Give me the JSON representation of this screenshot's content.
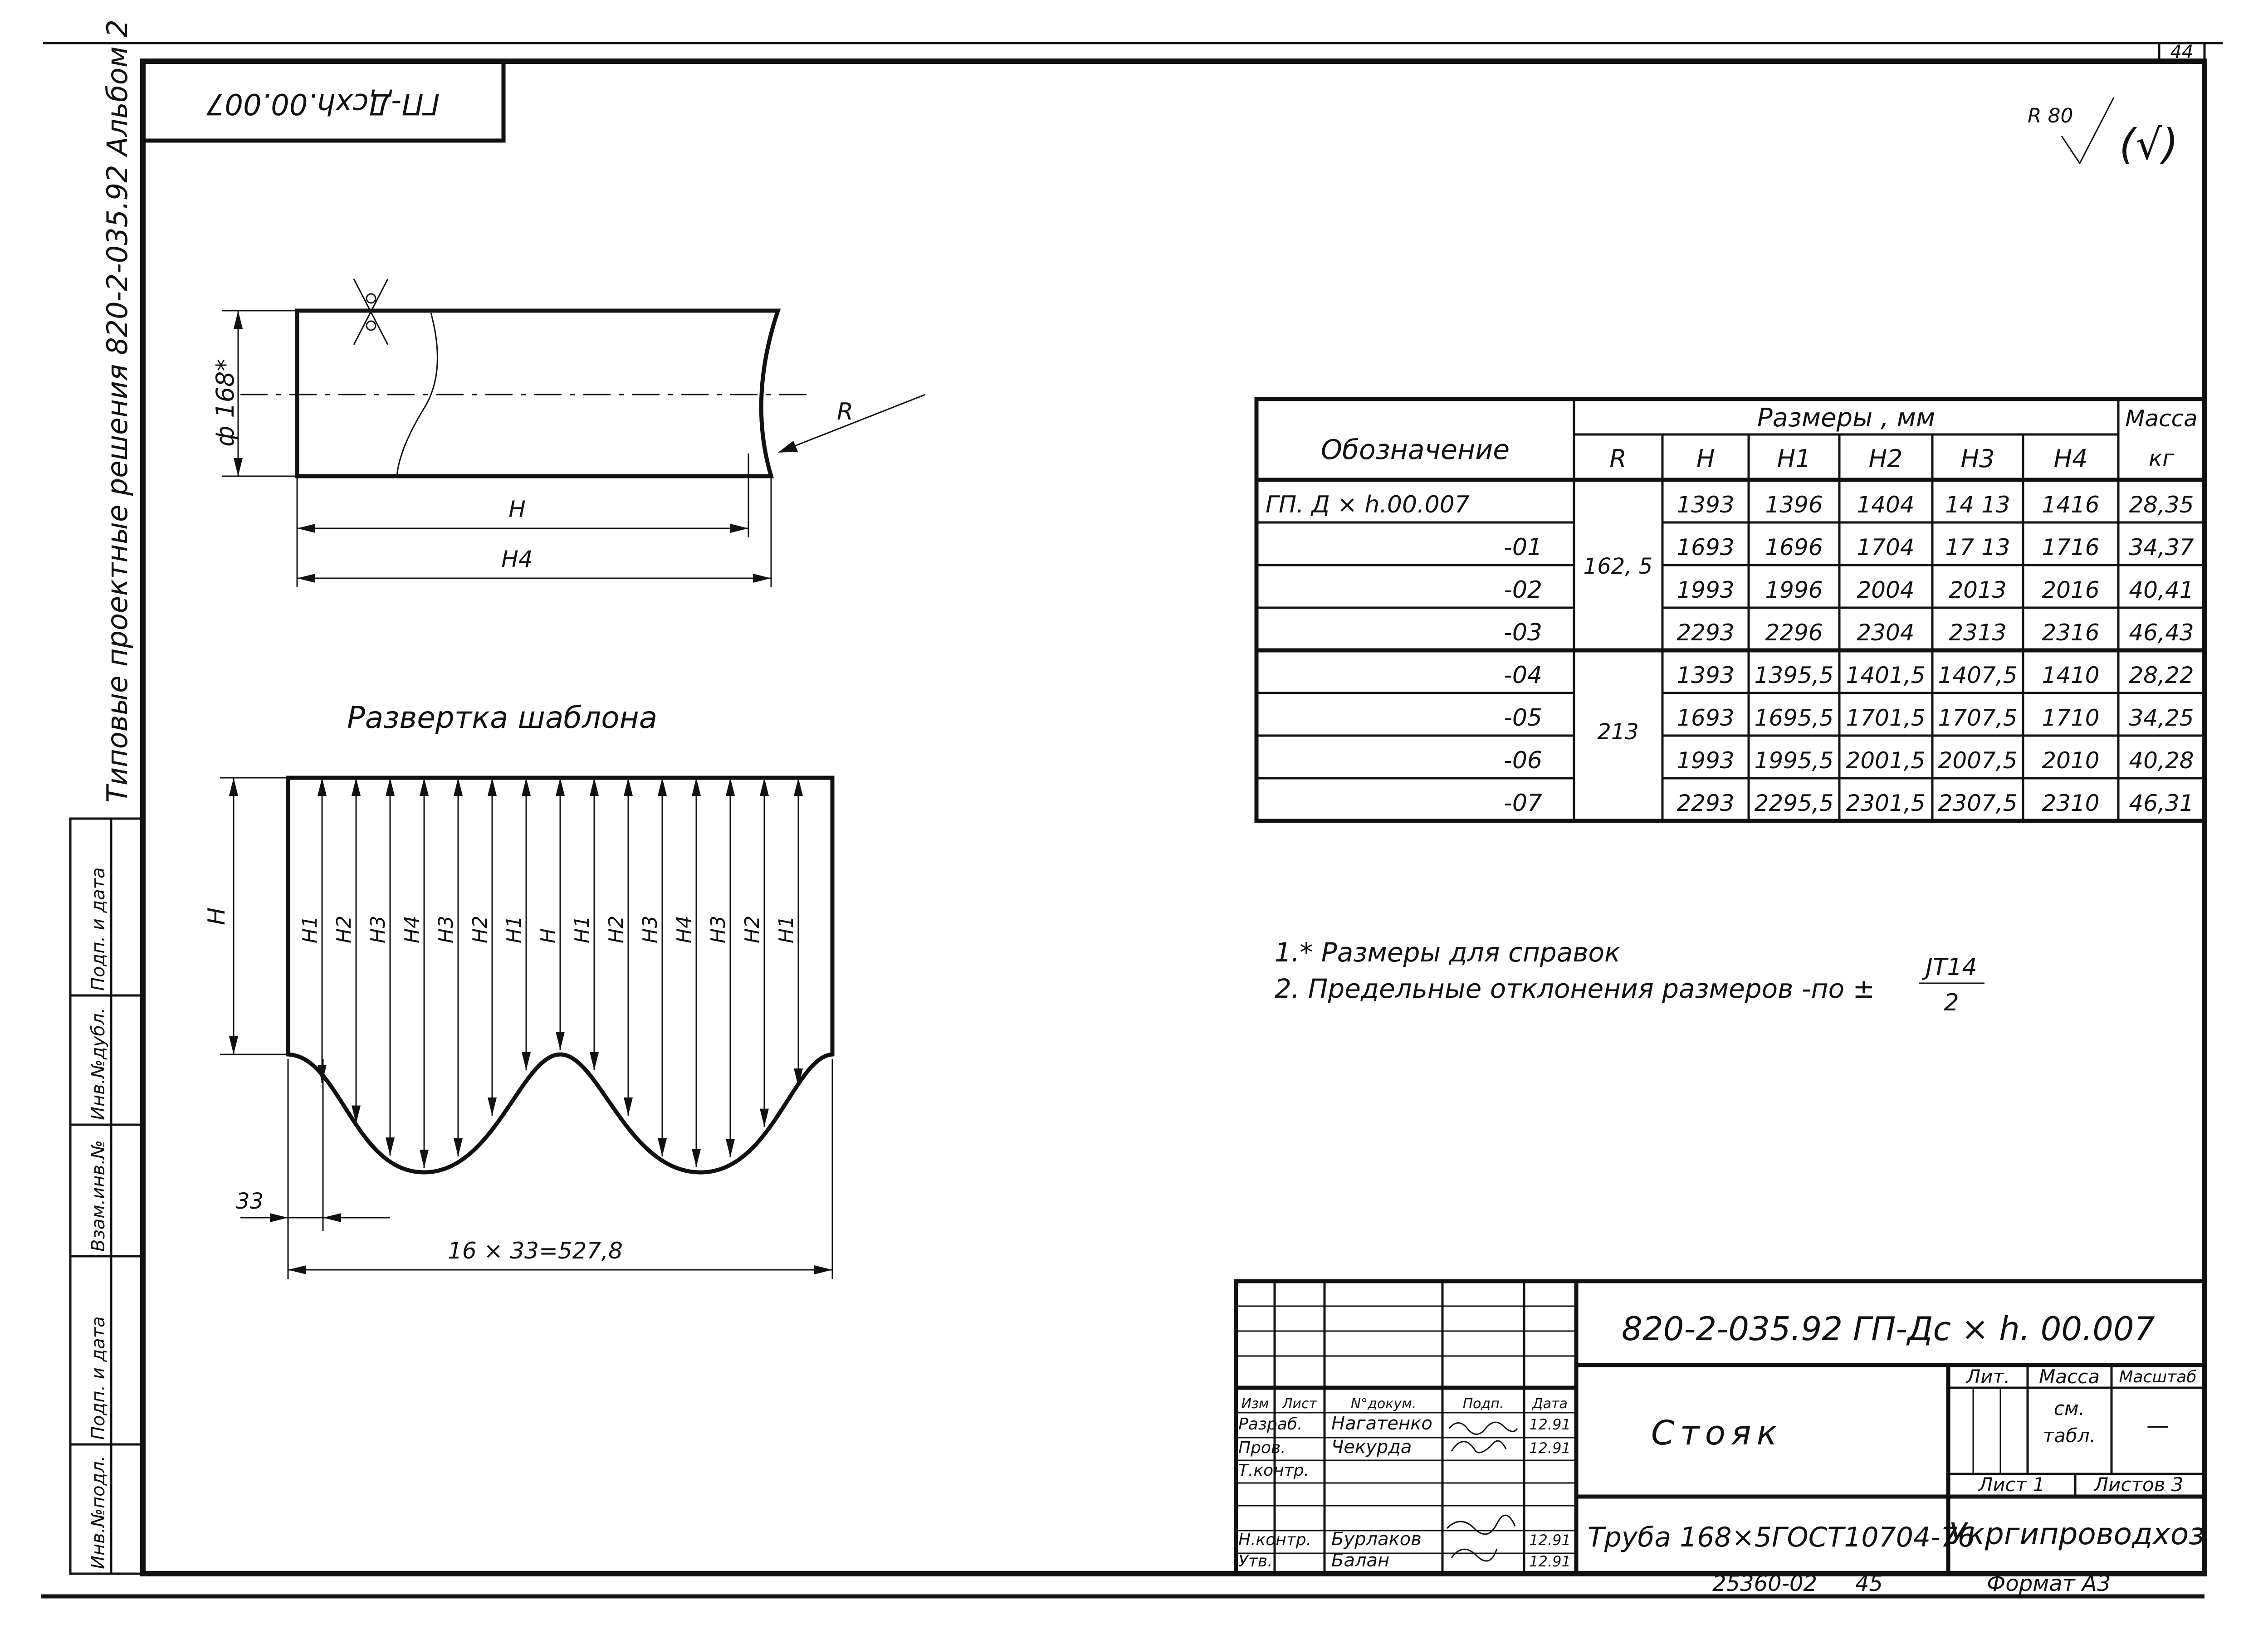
{
  "sheet": {
    "sheet_no": "44",
    "top_code_rotated": "ГП-Дcxh.00.007",
    "album_label": "Типовые проектные решения 820-2-035.92 Альбом 2",
    "side_stamp": [
      "Инв.№подл.",
      "Подп. и дата",
      "Взам.инв.№",
      "Инв.№дубл.",
      "Подп. и дата"
    ],
    "roughness": {
      "label": "R 80",
      "mark": "(√)"
    },
    "bottom_number": "25360-02",
    "bottom_page": "45",
    "format": "Формат А3"
  },
  "pipe_view": {
    "diameter": "ф 168*",
    "radius": "R",
    "length": "H",
    "length4": "H4"
  },
  "development": {
    "title": "Развертка шаблона",
    "height": "H",
    "heights": [
      "H1",
      "H2",
      "H3",
      "H4",
      "H3",
      "H2",
      "H1",
      "H",
      "H1",
      "H2",
      "H3",
      "H4",
      "H3",
      "H2",
      "H1"
    ],
    "pitch": "33",
    "total": "16 × 33=527,8"
  },
  "sizes_table": {
    "col_designation": "Обозначение",
    "group_header": "Размеры , мм",
    "col_mass": "Масса",
    "mass_unit": "кг",
    "subheaders": [
      "R",
      "H",
      "H1",
      "H2",
      "H3",
      "H4"
    ],
    "r_values": [
      "162, 5",
      "213"
    ],
    "rows": [
      {
        "name": "ГП. Д × h.00.007",
        "H": "1393",
        "H1": "1396",
        "H2": "1404",
        "H3": "14 13",
        "H4": "1416",
        "mass": "28,35"
      },
      {
        "name": "-01",
        "H": "1693",
        "H1": "1696",
        "H2": "1704",
        "H3": "17 13",
        "H4": "1716",
        "mass": "34,37"
      },
      {
        "name": "-02",
        "H": "1993",
        "H1": "1996",
        "H2": "2004",
        "H3": "2013",
        "H4": "2016",
        "mass": "40,41"
      },
      {
        "name": "-03",
        "H": "2293",
        "H1": "2296",
        "H2": "2304",
        "H3": "2313",
        "H4": "2316",
        "mass": "46,43"
      },
      {
        "name": "-04",
        "H": "1393",
        "H1": "1395,5",
        "H2": "1401,5",
        "H3": "1407,5",
        "H4": "1410",
        "mass": "28,22"
      },
      {
        "name": "-05",
        "H": "1693",
        "H1": "1695,5",
        "H2": "1701,5",
        "H3": "1707,5",
        "H4": "1710",
        "mass": "34,25"
      },
      {
        "name": "-06",
        "H": "1993",
        "H1": "1995,5",
        "H2": "2001,5",
        "H3": "2007,5",
        "H4": "2010",
        "mass": "40,28"
      },
      {
        "name": "-07",
        "H": "2293",
        "H1": "2295,5",
        "H2": "2301,5",
        "H3": "2307,5",
        "H4": "2310",
        "mass": "46,31"
      }
    ]
  },
  "notes": {
    "note1": "1.* Размеры для справок",
    "note2": "2. Предельные отклонения размеров -по ±",
    "frac_num": "JT14",
    "frac_den": "2"
  },
  "title_block": {
    "code": "820-2-035.92 ГП-Дс × h. 00.007",
    "name": "Стояк",
    "material": "Труба 168×5ГОСТ10704-76",
    "org": "Укргипроводхоз",
    "col_headers": [
      "Изм",
      "Лист",
      "N°докум.",
      "Подп.",
      "Дата"
    ],
    "roles": [
      {
        "role": "Разраб.",
        "person": "Нагатенко",
        "date": "12.91"
      },
      {
        "role": "Пров.",
        "person": "Чекурда",
        "date": "12.91"
      },
      {
        "role": "Т.контр.",
        "person": "",
        "date": ""
      },
      {
        "role": "",
        "person": "",
        "date": ""
      },
      {
        "role": "Н.контр.",
        "person": "Бурлаков",
        "date": "12.91"
      },
      {
        "role": "Утв.",
        "person": "Балан",
        "date": "12.91"
      }
    ],
    "lit_label": "Лит.",
    "mass_label": "Масса",
    "scale_label": "Масштаб",
    "mass_value_1": "см.",
    "mass_value_2": "табл.",
    "scale_value": "—",
    "sheet_label": "Лист 1",
    "sheets_label": "Листов 3"
  }
}
